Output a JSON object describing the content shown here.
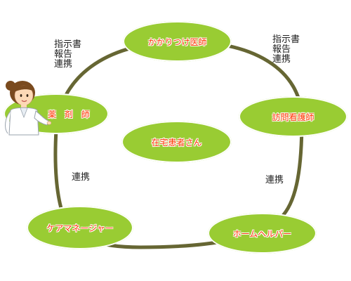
{
  "nodes": {
    "doctor": "かかりつけ医師",
    "visiting_nurse": "訪問看護師",
    "pharmacist": "薬 剤 師",
    "patient": "在宅患者さん",
    "care_manager": "ケアマネージャー",
    "home_helper": "ホームヘルパー"
  },
  "edge_labels": {
    "doctor_pharmacist": "指示書\n報告\n連携",
    "doctor_nurse": "指示書\n報告\n連携",
    "pharmacist_caremanager": "連携",
    "nurse_helper": "連携"
  },
  "colors": {
    "node_fill": "#99cc33",
    "node_text": "#ff3300",
    "ring": "#666633",
    "label_text": "#222222"
  },
  "icons": {
    "pharmacist_figure": "pharmacist-woman-illustration"
  }
}
